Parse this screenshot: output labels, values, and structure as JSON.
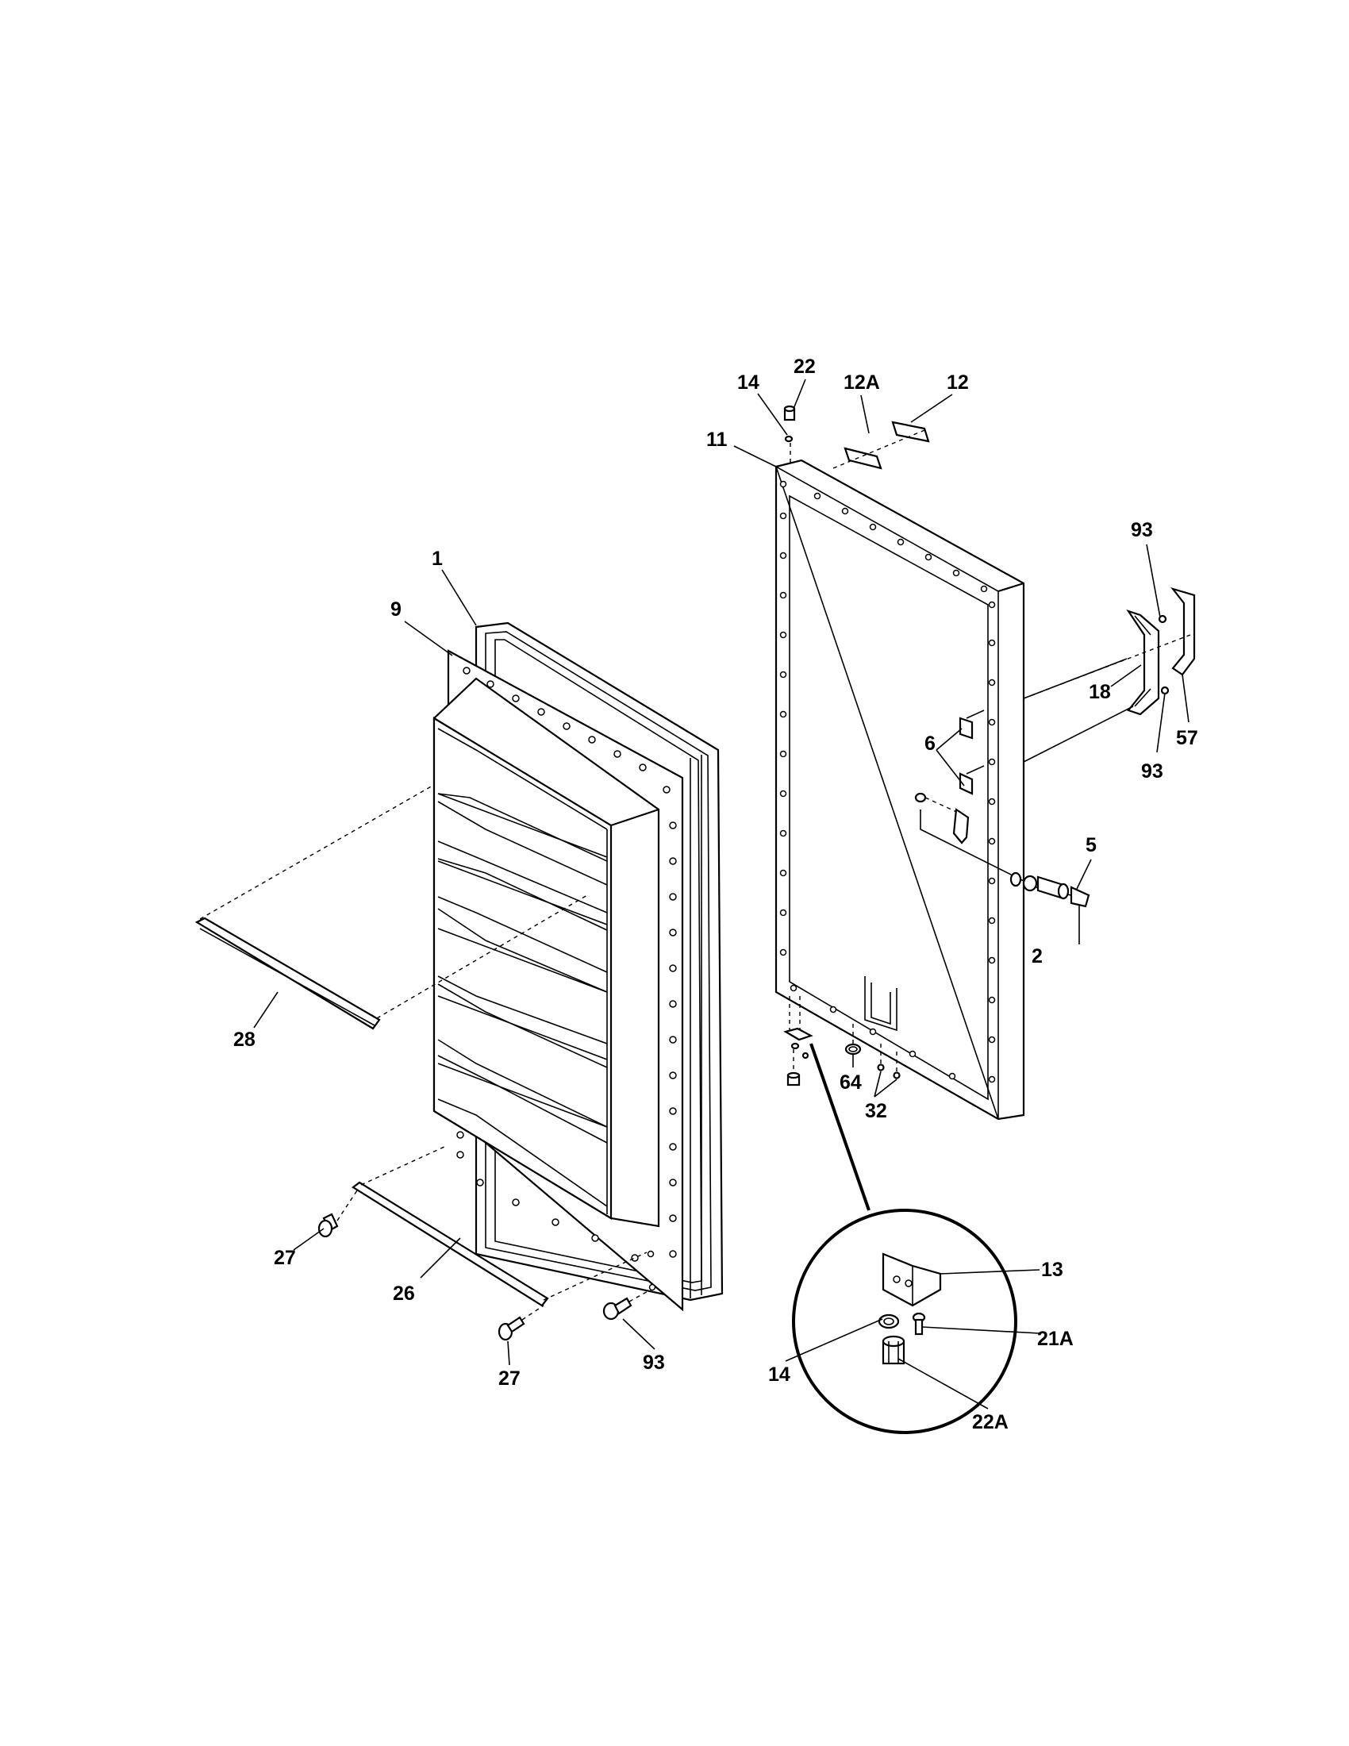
{
  "diagram": {
    "callouts": {
      "p1": "1",
      "p9": "9",
      "p28": "28",
      "p27a": "27",
      "p26": "26",
      "p27b": "27",
      "p93a": "93",
      "p11": "11",
      "p14a": "14",
      "p22": "22",
      "p12A": "12A",
      "p12": "12",
      "p93b": "93",
      "p18": "18",
      "p57": "57",
      "p93c": "93",
      "p6": "6",
      "p5": "5",
      "p2": "2",
      "p64": "64",
      "p32": "32",
      "p13": "13",
      "p21A": "21A",
      "p14b": "14",
      "p22A": "22A"
    }
  }
}
